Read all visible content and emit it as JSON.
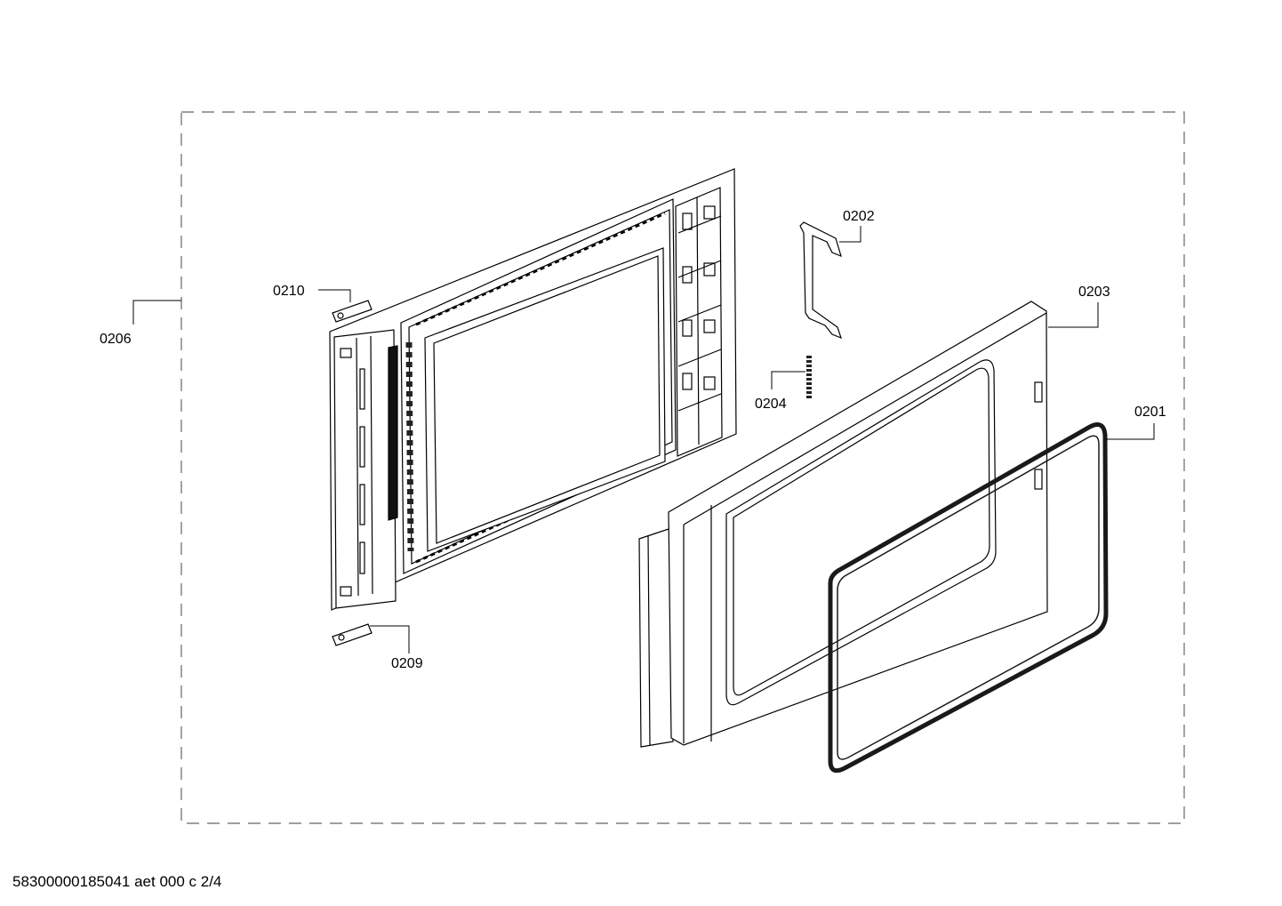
{
  "callouts": {
    "p0201": "0201",
    "p0202": "0202",
    "p0203": "0203",
    "p0204": "0204",
    "p0206": "0206",
    "p0209": "0209",
    "p0210": "0210"
  },
  "footer": {
    "document_code": "58300000185041 aet 000 c 2/4"
  },
  "colors": {
    "line": "#000000",
    "part_fill": "#ffffff",
    "gasket": "#1a1a1a",
    "frame_dash": "#555555"
  }
}
